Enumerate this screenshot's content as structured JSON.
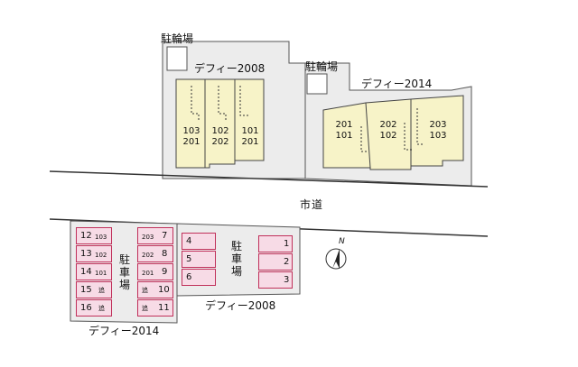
{
  "labels": {
    "bike_parking_left": "駐輪場",
    "bike_parking_right": "駐輪場",
    "building_2008": "デフィー2008",
    "building_2014": "デフィー2014",
    "road": "市道",
    "parking_char_1": "駐",
    "parking_char_2": "車",
    "parking_char_3": "場",
    "lot_left_caption": "デフィー2014",
    "lot_mid_caption": "デフィー2008",
    "north": "N"
  },
  "building_2008_units": [
    {
      "top": "103",
      "bottom": "201"
    },
    {
      "top": "102",
      "bottom": "202"
    },
    {
      "top": "101",
      "bottom": "201"
    }
  ],
  "building_2014_units": [
    {
      "top": "201",
      "bottom": "101"
    },
    {
      "top": "202",
      "bottom": "102"
    },
    {
      "top": "203",
      "bottom": "103"
    }
  ],
  "lot_left_col1": [
    {
      "num": "12",
      "sub": "103"
    },
    {
      "num": "13",
      "sub": "102"
    },
    {
      "num": "14",
      "sub": "101"
    },
    {
      "num": "15",
      "sub": "追"
    },
    {
      "num": "16",
      "sub": "追"
    }
  ],
  "lot_left_col2": [
    {
      "num": "7",
      "sub": "203"
    },
    {
      "num": "8",
      "sub": "202"
    },
    {
      "num": "9",
      "sub": "201"
    },
    {
      "num": "10",
      "sub": "追"
    },
    {
      "num": "11",
      "sub": "追"
    }
  ],
  "lot_mid_col1": [
    "4",
    "5",
    "6"
  ],
  "lot_mid_col2": [
    "1",
    "2",
    "3"
  ]
}
